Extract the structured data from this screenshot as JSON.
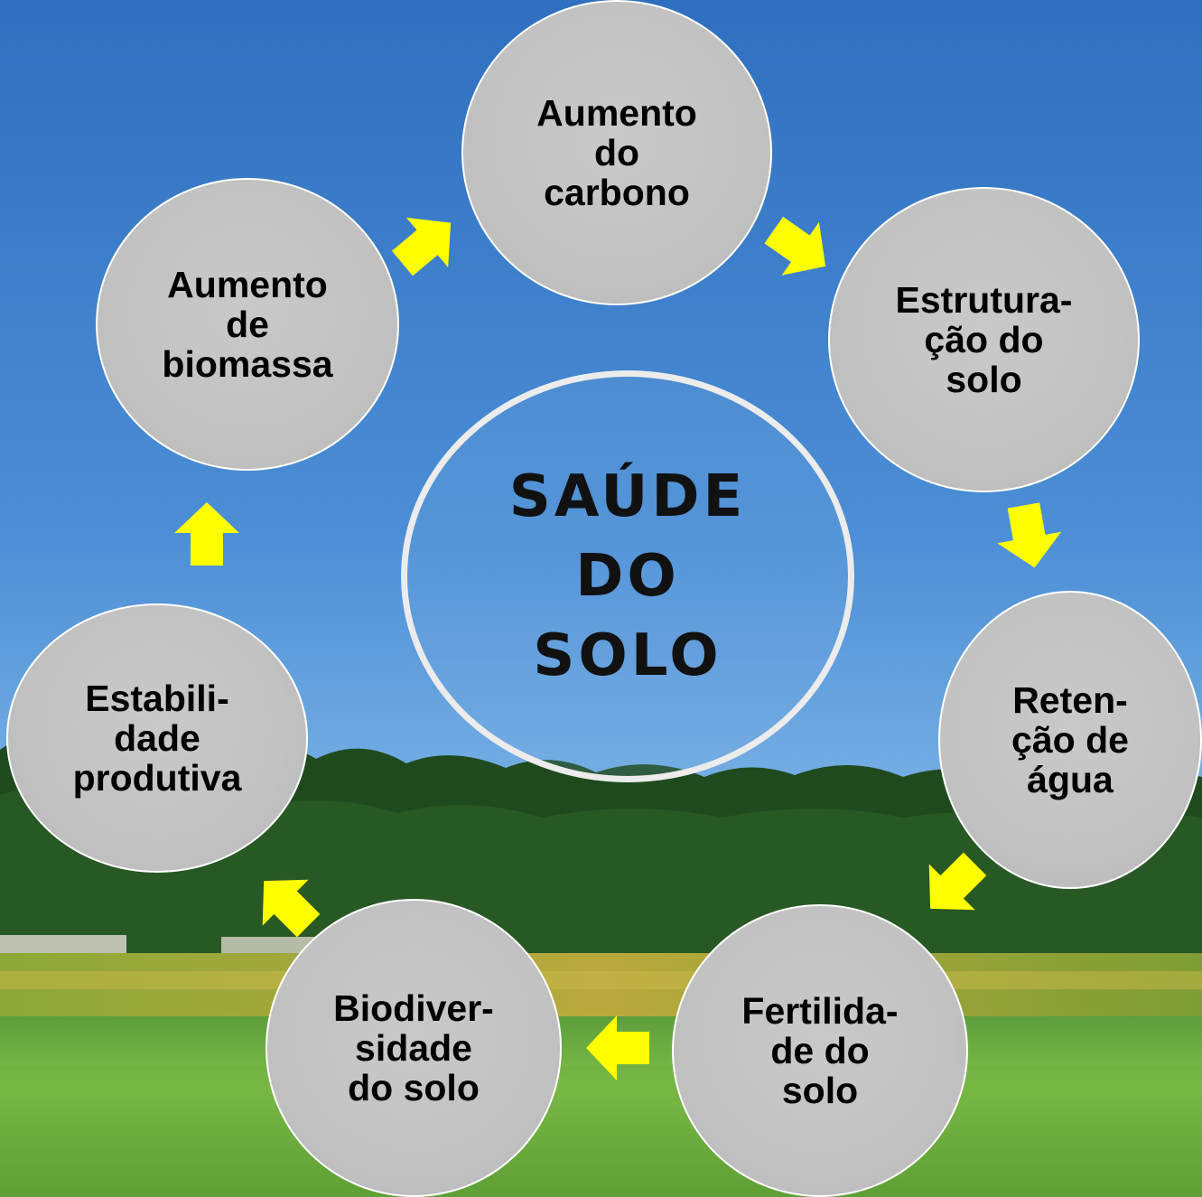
{
  "diagram": {
    "center_label": "SAÚDE\nDO\nSOLO",
    "nodes": [
      {
        "id": "carbono",
        "label": "Aumento\ndo\ncarbono"
      },
      {
        "id": "estruturacao",
        "label": "Estrutura-\nção do\nsolo"
      },
      {
        "id": "retencao",
        "label": "Reten-\nção de\nágua"
      },
      {
        "id": "fertilidade",
        "label": "Fertilida-\nde do\nsolo"
      },
      {
        "id": "biodiversidade",
        "label": "Biodiver-\nsidade\ndo solo"
      },
      {
        "id": "estabilidade",
        "label": "Estabili-\ndade\nprodutiva"
      },
      {
        "id": "biomassa",
        "label": "Aumento\nde\nbiomassa"
      }
    ],
    "cycle_direction": "clockwise",
    "colors": {
      "node_fill": "#c6c6c6",
      "node_border": "#ffffff",
      "arrow": "#ffff00",
      "center_border": "#ececec",
      "text": "#000000"
    }
  }
}
